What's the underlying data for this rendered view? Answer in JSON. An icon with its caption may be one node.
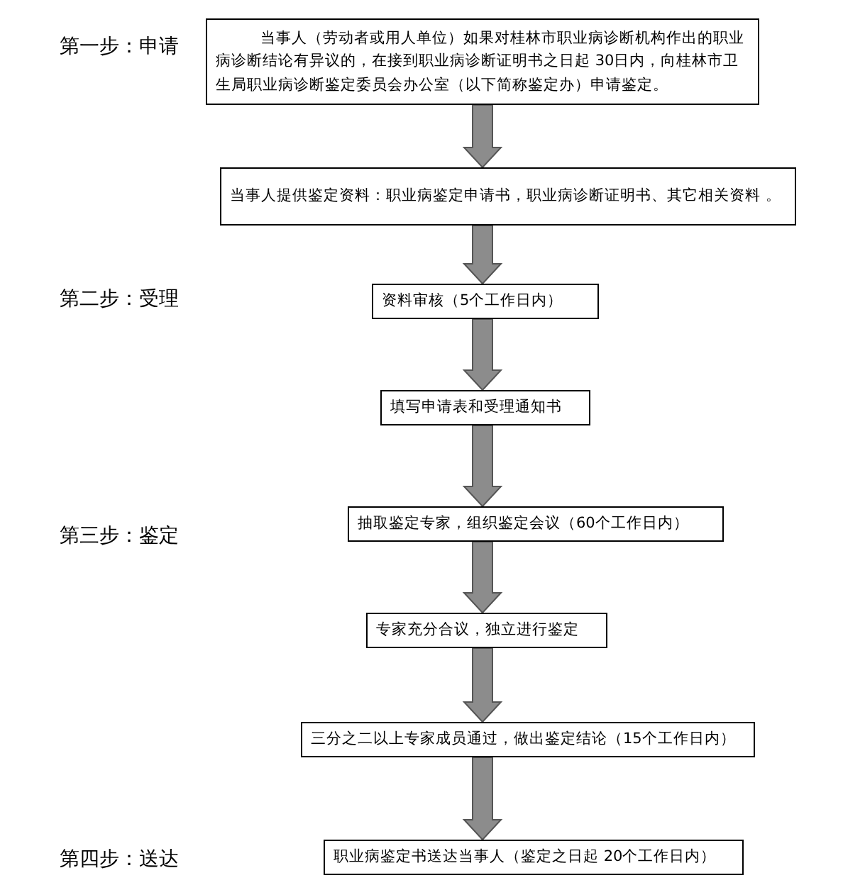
{
  "diagram": {
    "nodes": [
      {
        "text": [
          "当事人（劳动者或用人单位）如果对桂林市职业病诊断机构作出的职业病诊断结论有异议的，在接到职业病诊断证明书之日起 30日内，向桂林市卫生局职业病诊断鉴定委员会办公室（以下简称鉴定办）申请鉴定。"
        ]
      },
      {
        "text": [
          "当事人提供鉴定资料：职业病鉴定申请书，职业病诊断证明书、其它相关资料 。"
        ]
      },
      {
        "text": [
          "资料审核（5个工作日内）"
        ]
      },
      {
        "text": [
          "填写申请表和受理通知书"
        ]
      },
      {
        "text": [
          "抽取鉴定专家，组织鉴定会议（60个工作日内）"
        ]
      },
      {
        "text": [
          "专家充分合议，独立进行鉴定"
        ]
      },
      {
        "text": [
          "三分之二以上专家成员通过，做出鉴定结论（15个工作日内）"
        ]
      },
      {
        "text": [
          "职业病鉴定书送达当事人（鉴定之日起 20个工作日内）"
        ]
      }
    ],
    "edges": [
      {
        "from": 0,
        "to": 1,
        "arrow": "to"
      },
      {
        "from": 1,
        "to": 2,
        "arrow": "to"
      },
      {
        "from": 2,
        "to": 3,
        "arrow": "to"
      },
      {
        "from": 3,
        "to": 4,
        "arrow": "to"
      },
      {
        "from": 4,
        "to": 5,
        "arrow": "to"
      },
      {
        "from": 5,
        "to": 6,
        "arrow": "to"
      },
      {
        "from": 6,
        "to": 7,
        "arrow": "to"
      }
    ],
    "labels": [
      "第一步：申请",
      "第二步：受理",
      "第三步：鉴定",
      "第四步：送达"
    ]
  }
}
